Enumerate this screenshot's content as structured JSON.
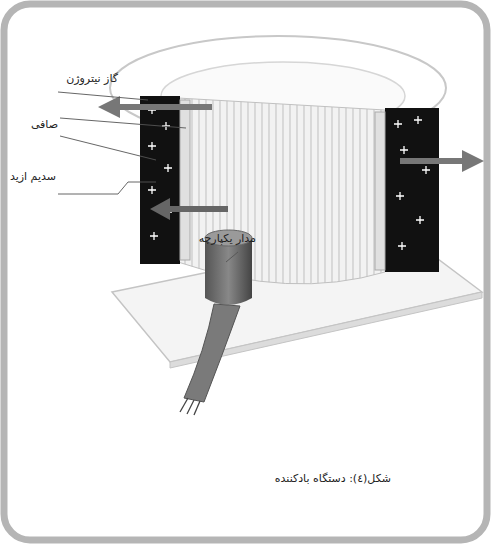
{
  "diagram": {
    "caption": "شکل(٤): دستگاه بادکننده",
    "labels": [
      "گاز نیتروژن",
      "صافی",
      "سدیم ازید",
      "مدار یکپارچه"
    ]
  }
}
